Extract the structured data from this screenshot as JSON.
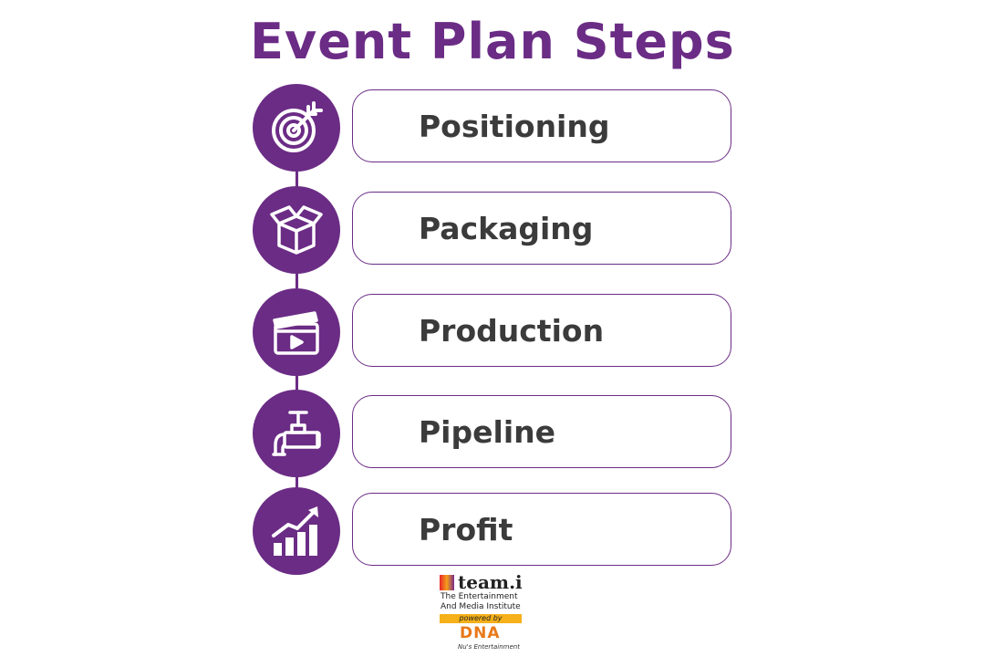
{
  "title": "Event Plan Steps",
  "colors": {
    "accent": "#6b2c85",
    "text": "#3b3b3b",
    "border": "#6b2c85"
  },
  "steps": [
    {
      "label": "Positioning",
      "icon": "target-arrow-icon"
    },
    {
      "label": "Packaging",
      "icon": "open-box-icon"
    },
    {
      "label": "Production",
      "icon": "clapperboard-icon"
    },
    {
      "label": "Pipeline",
      "icon": "pipe-valve-icon"
    },
    {
      "label": "Profit",
      "icon": "growth-chart-icon"
    }
  ],
  "logo": {
    "name": "team.i",
    "line1": "The Entertainment",
    "line2": "And Media Institute",
    "powered": "powered by",
    "brand": "DNA",
    "tagline": "Nu's Entertainment"
  }
}
